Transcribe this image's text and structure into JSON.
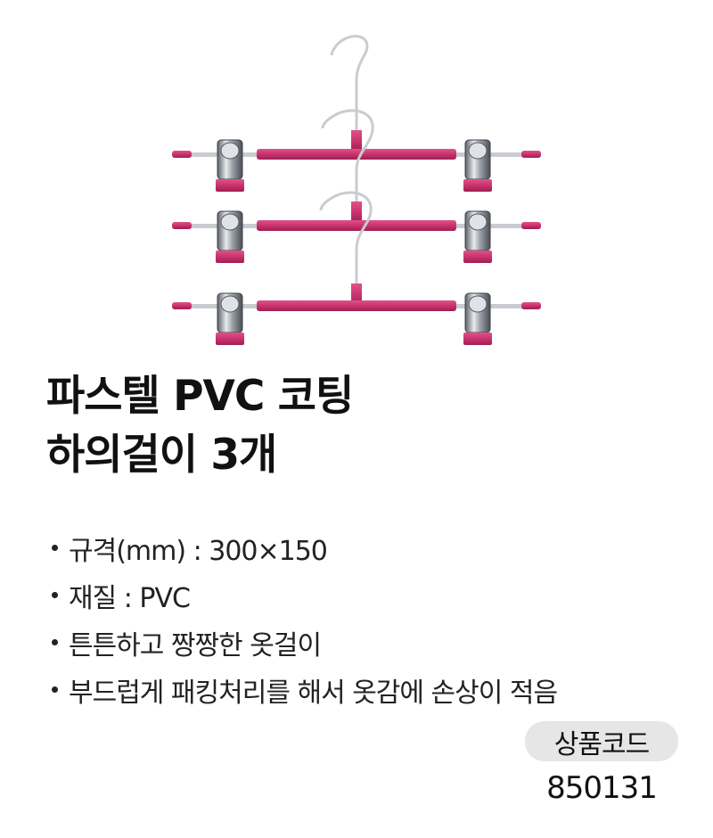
{
  "product": {
    "title_line1": "파스텔 PVC 코팅",
    "title_line2": "하의걸이 3개",
    "image_description_icon": "pink-pant-hanger-icon"
  },
  "specs": [
    "규격(mm) : 300×150",
    "재질 : PVC",
    "튼튼하고 짱짱한 옷걸이",
    "부드럽게 패킹처리를 해서 옷감에 손상이 적음"
  ],
  "product_code": {
    "label": "상품코드",
    "value": "850131"
  },
  "colors": {
    "bar_pink": "#c9336f",
    "chrome": "#b8bcc2",
    "badge_bg": "#e6e6e6"
  }
}
